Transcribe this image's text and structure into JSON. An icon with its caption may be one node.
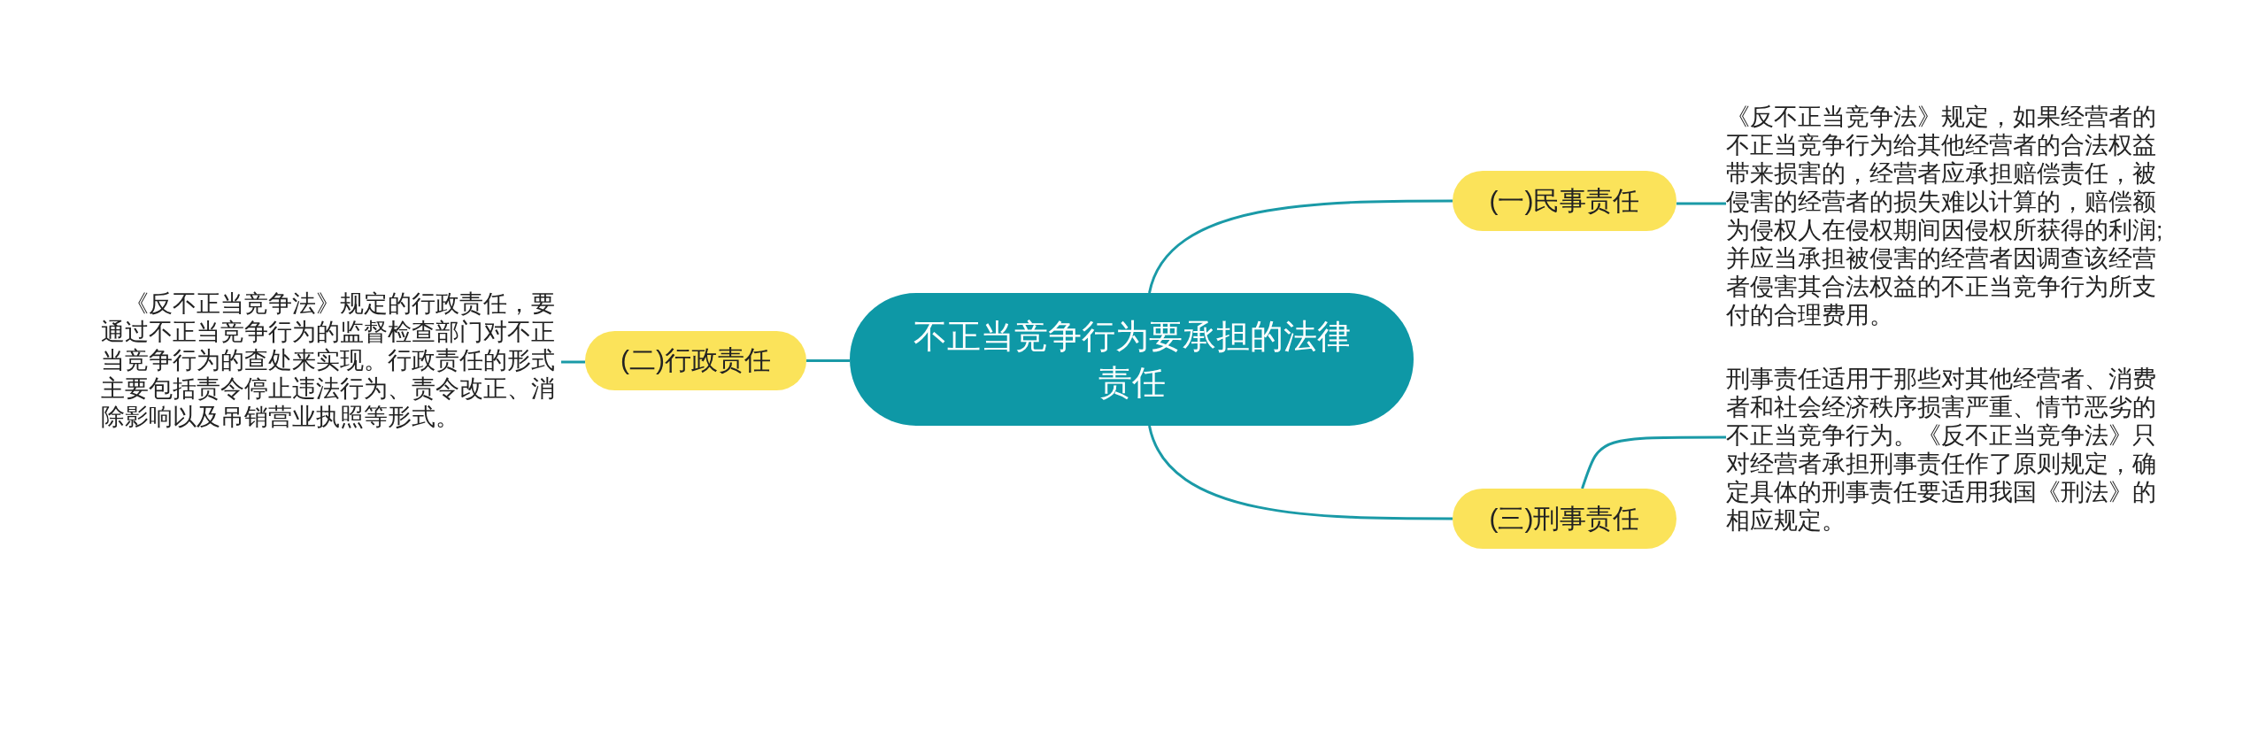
{
  "diagram": {
    "nodes": [
      {
        "text": [
          "不正当竞争行为要承担的法律责任"
        ]
      },
      {
        "text": [
          "(一)民事责任"
        ]
      },
      {
        "text": [
          "《反不正当竞争法》规定，如果经营者的不正当竞争行为给其他经营者的合法权益带来损害的，经营者应承担赔偿责任，被侵害的经营者的损失难以计算的，赔偿额为侵权人在侵权期间因侵权所获得的利润;并应当承担被侵害的经营者因调查该经营者侵害其合法权益的不正当竞争行为所支付的合理费用。"
        ]
      },
      {
        "text": [
          "(二)行政责任"
        ]
      },
      {
        "text": [
          "《反不正当竞争法》规定的行政责任，要通过不正当竞争行为的监督检查部门对不正当竞争行为的查处来实现。行政责任的形式主要包括责令停止违法行为、责令改正、消除影响以及吊销营业执照等形式。"
        ]
      },
      {
        "text": [
          "(三)刑事责任"
        ]
      },
      {
        "text": [
          "刑事责任适用于那些对其他经营者、消费者和社会经济秩序损害严重、情节恶劣的不正当竞争行为。《反不正当竞争法》只对经营者承担刑事责任作了原则规定，确定具体的刑事责任要适用我国《刑法》的相应规定。"
        ]
      }
    ],
    "edges": [
      {
        "from": 0,
        "to": 1,
        "arrow": "none"
      },
      {
        "from": 1,
        "to": 2,
        "arrow": "none"
      },
      {
        "from": 0,
        "to": 3,
        "arrow": "none"
      },
      {
        "from": 3,
        "to": 4,
        "arrow": "none"
      },
      {
        "from": 0,
        "to": 5,
        "arrow": "none"
      },
      {
        "from": 5,
        "to": 6,
        "arrow": "none"
      }
    ]
  }
}
